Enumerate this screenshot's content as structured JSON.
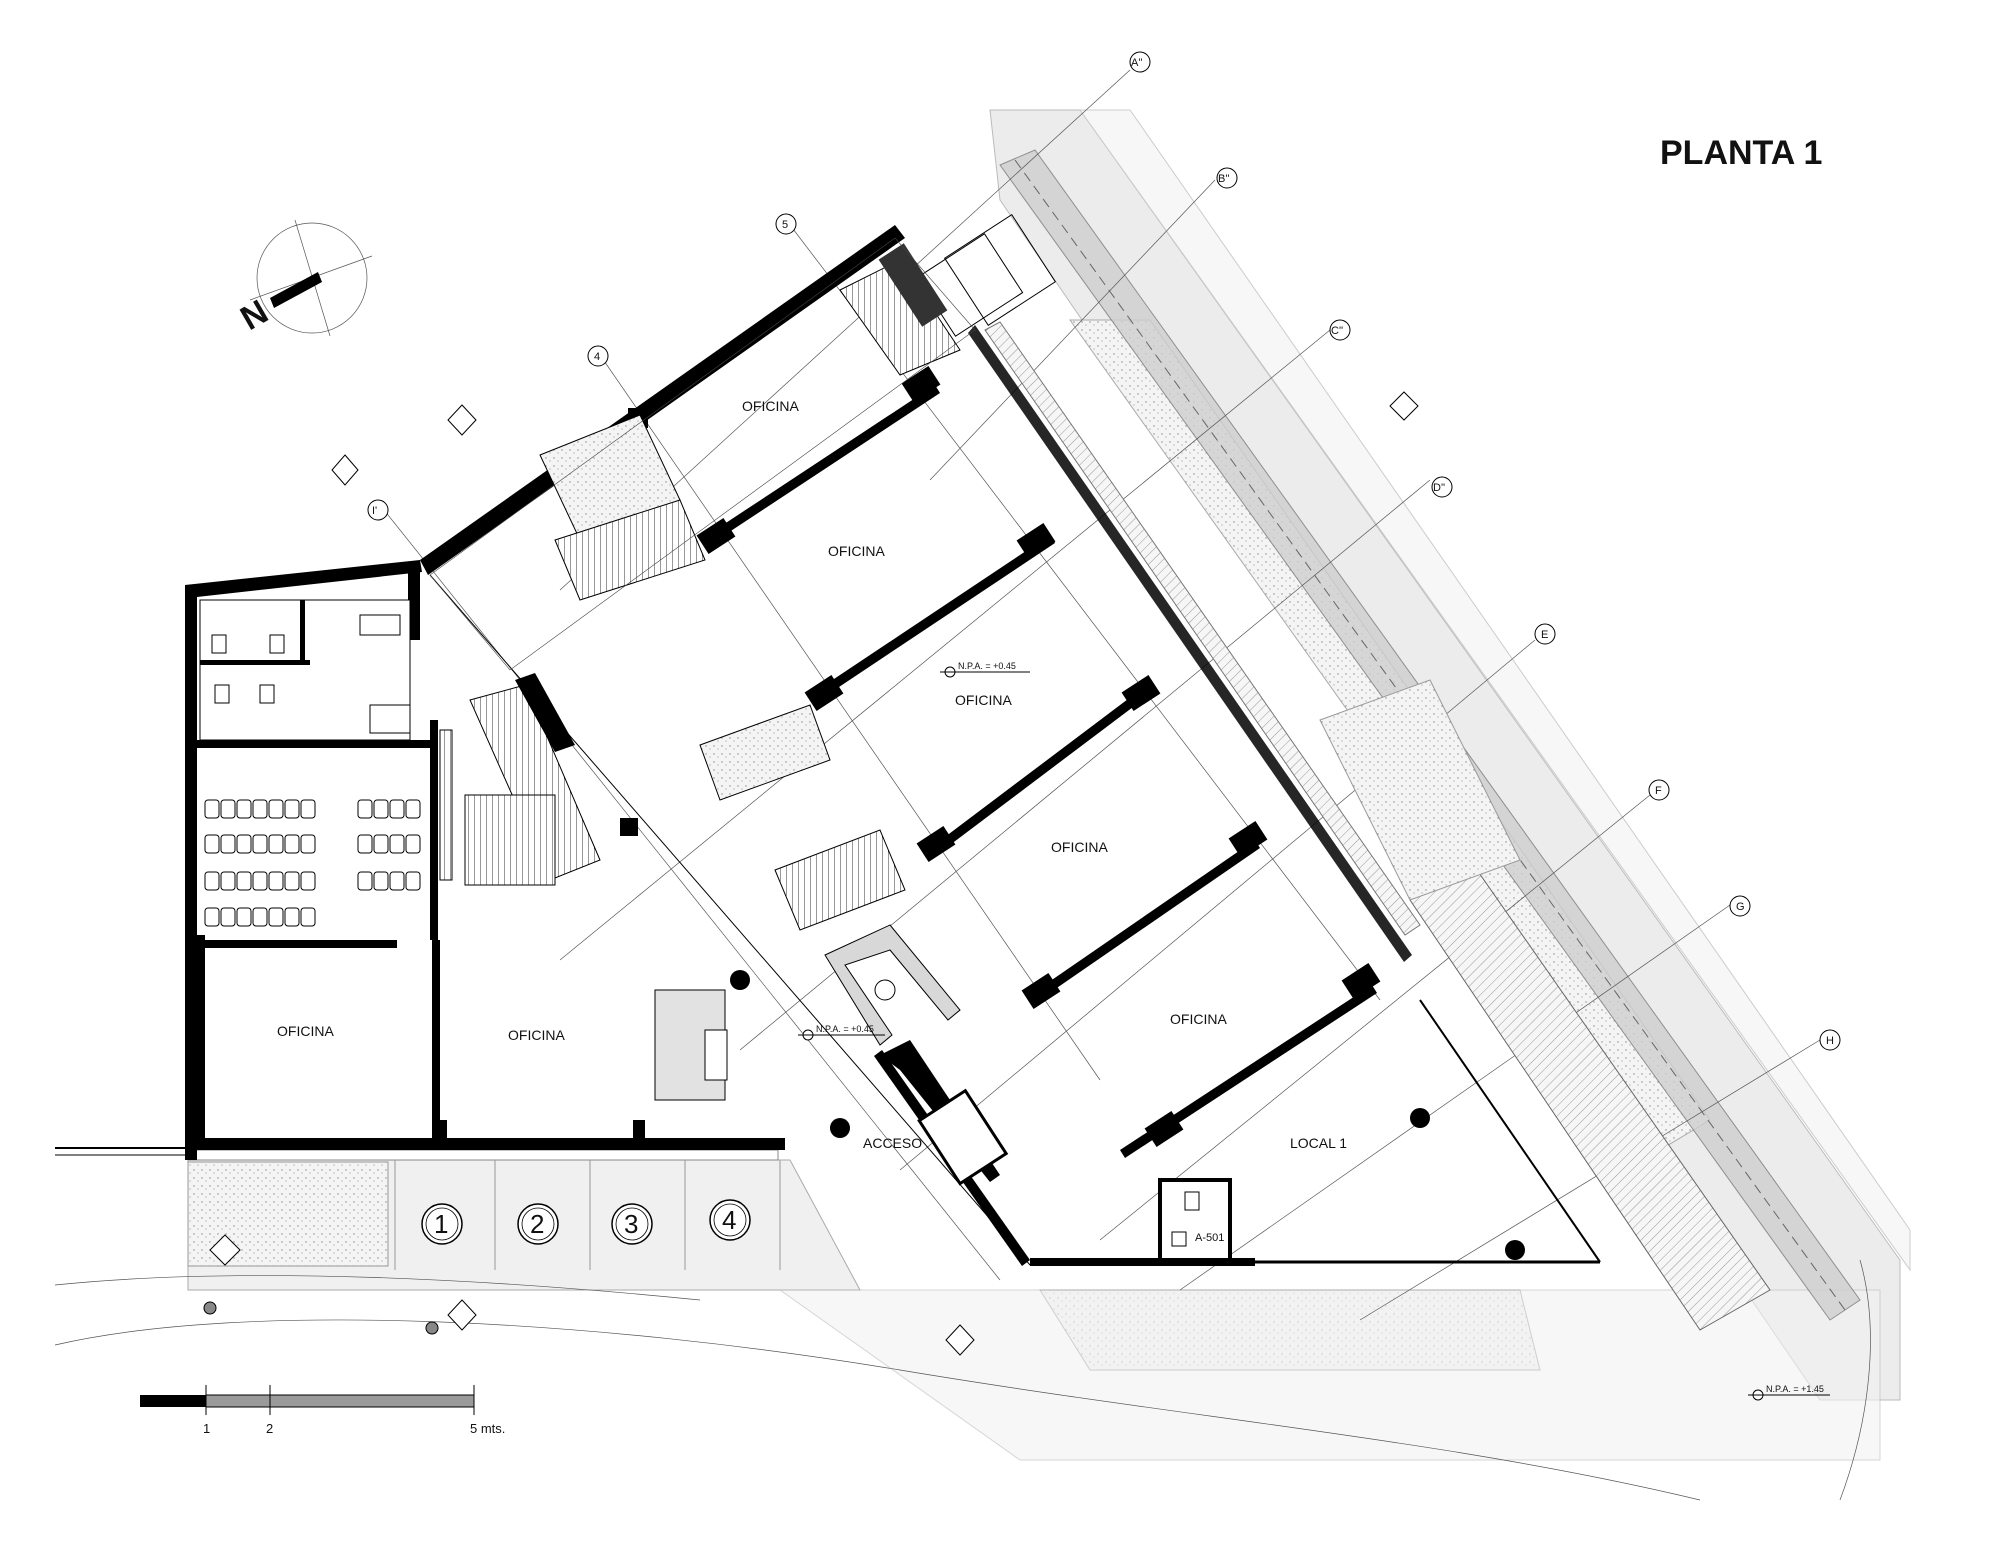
{
  "title": "PLANTA 1",
  "north": "N",
  "rooms": {
    "oficina_1": "OFICINA",
    "oficina_2": "OFICINA",
    "oficina_3": "OFICINA",
    "oficina_4": "OFICINA",
    "oficina_5": "OFICINA",
    "oficina_6": "OFICINA",
    "oficina_7": "OFICINA",
    "local_1": "LOCAL 1",
    "acceso": "ACCESO",
    "bano_tag": "A-501"
  },
  "grid_axes": [
    "A''",
    "B''",
    "C''",
    "D''",
    "E",
    "F",
    "G",
    "H",
    "5",
    "4",
    "I'"
  ],
  "level_marks": [
    "N.P.A. = +0.45",
    "N.P.A. = +0.45",
    "N.P.A. = +1.45"
  ],
  "parking": [
    "1",
    "2",
    "3",
    "4"
  ],
  "scale_bar": {
    "labels": [
      "1",
      "2",
      "5 mts."
    ]
  },
  "colors": {
    "line": "#000000",
    "paving": "#e9e9e9",
    "background": "#ffffff"
  }
}
